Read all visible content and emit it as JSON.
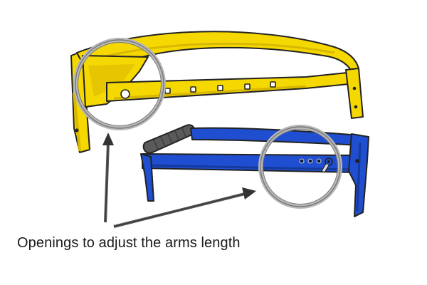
{
  "caption": "Openings to adjust the arms length",
  "colors": {
    "yellow_tool": "#f5d800",
    "yellow_shade": "#d9b800",
    "blue_tool": "#1f4fd0",
    "blue_shade": "#153a9e",
    "handle_grip": "#5a5a5a",
    "outline": "#222222",
    "magnifier_ring": "#9a9a9a",
    "arrow": "#555555"
  },
  "figure": {
    "tools": [
      "yellow-slab-lifter-icon",
      "blue-slab-lifter-icon"
    ],
    "callouts": [
      "magnifier-circle-yellow-tool",
      "magnifier-circle-blue-tool"
    ],
    "arrows": [
      "arrow-to-yellow-openings",
      "arrow-to-blue-openings"
    ]
  }
}
